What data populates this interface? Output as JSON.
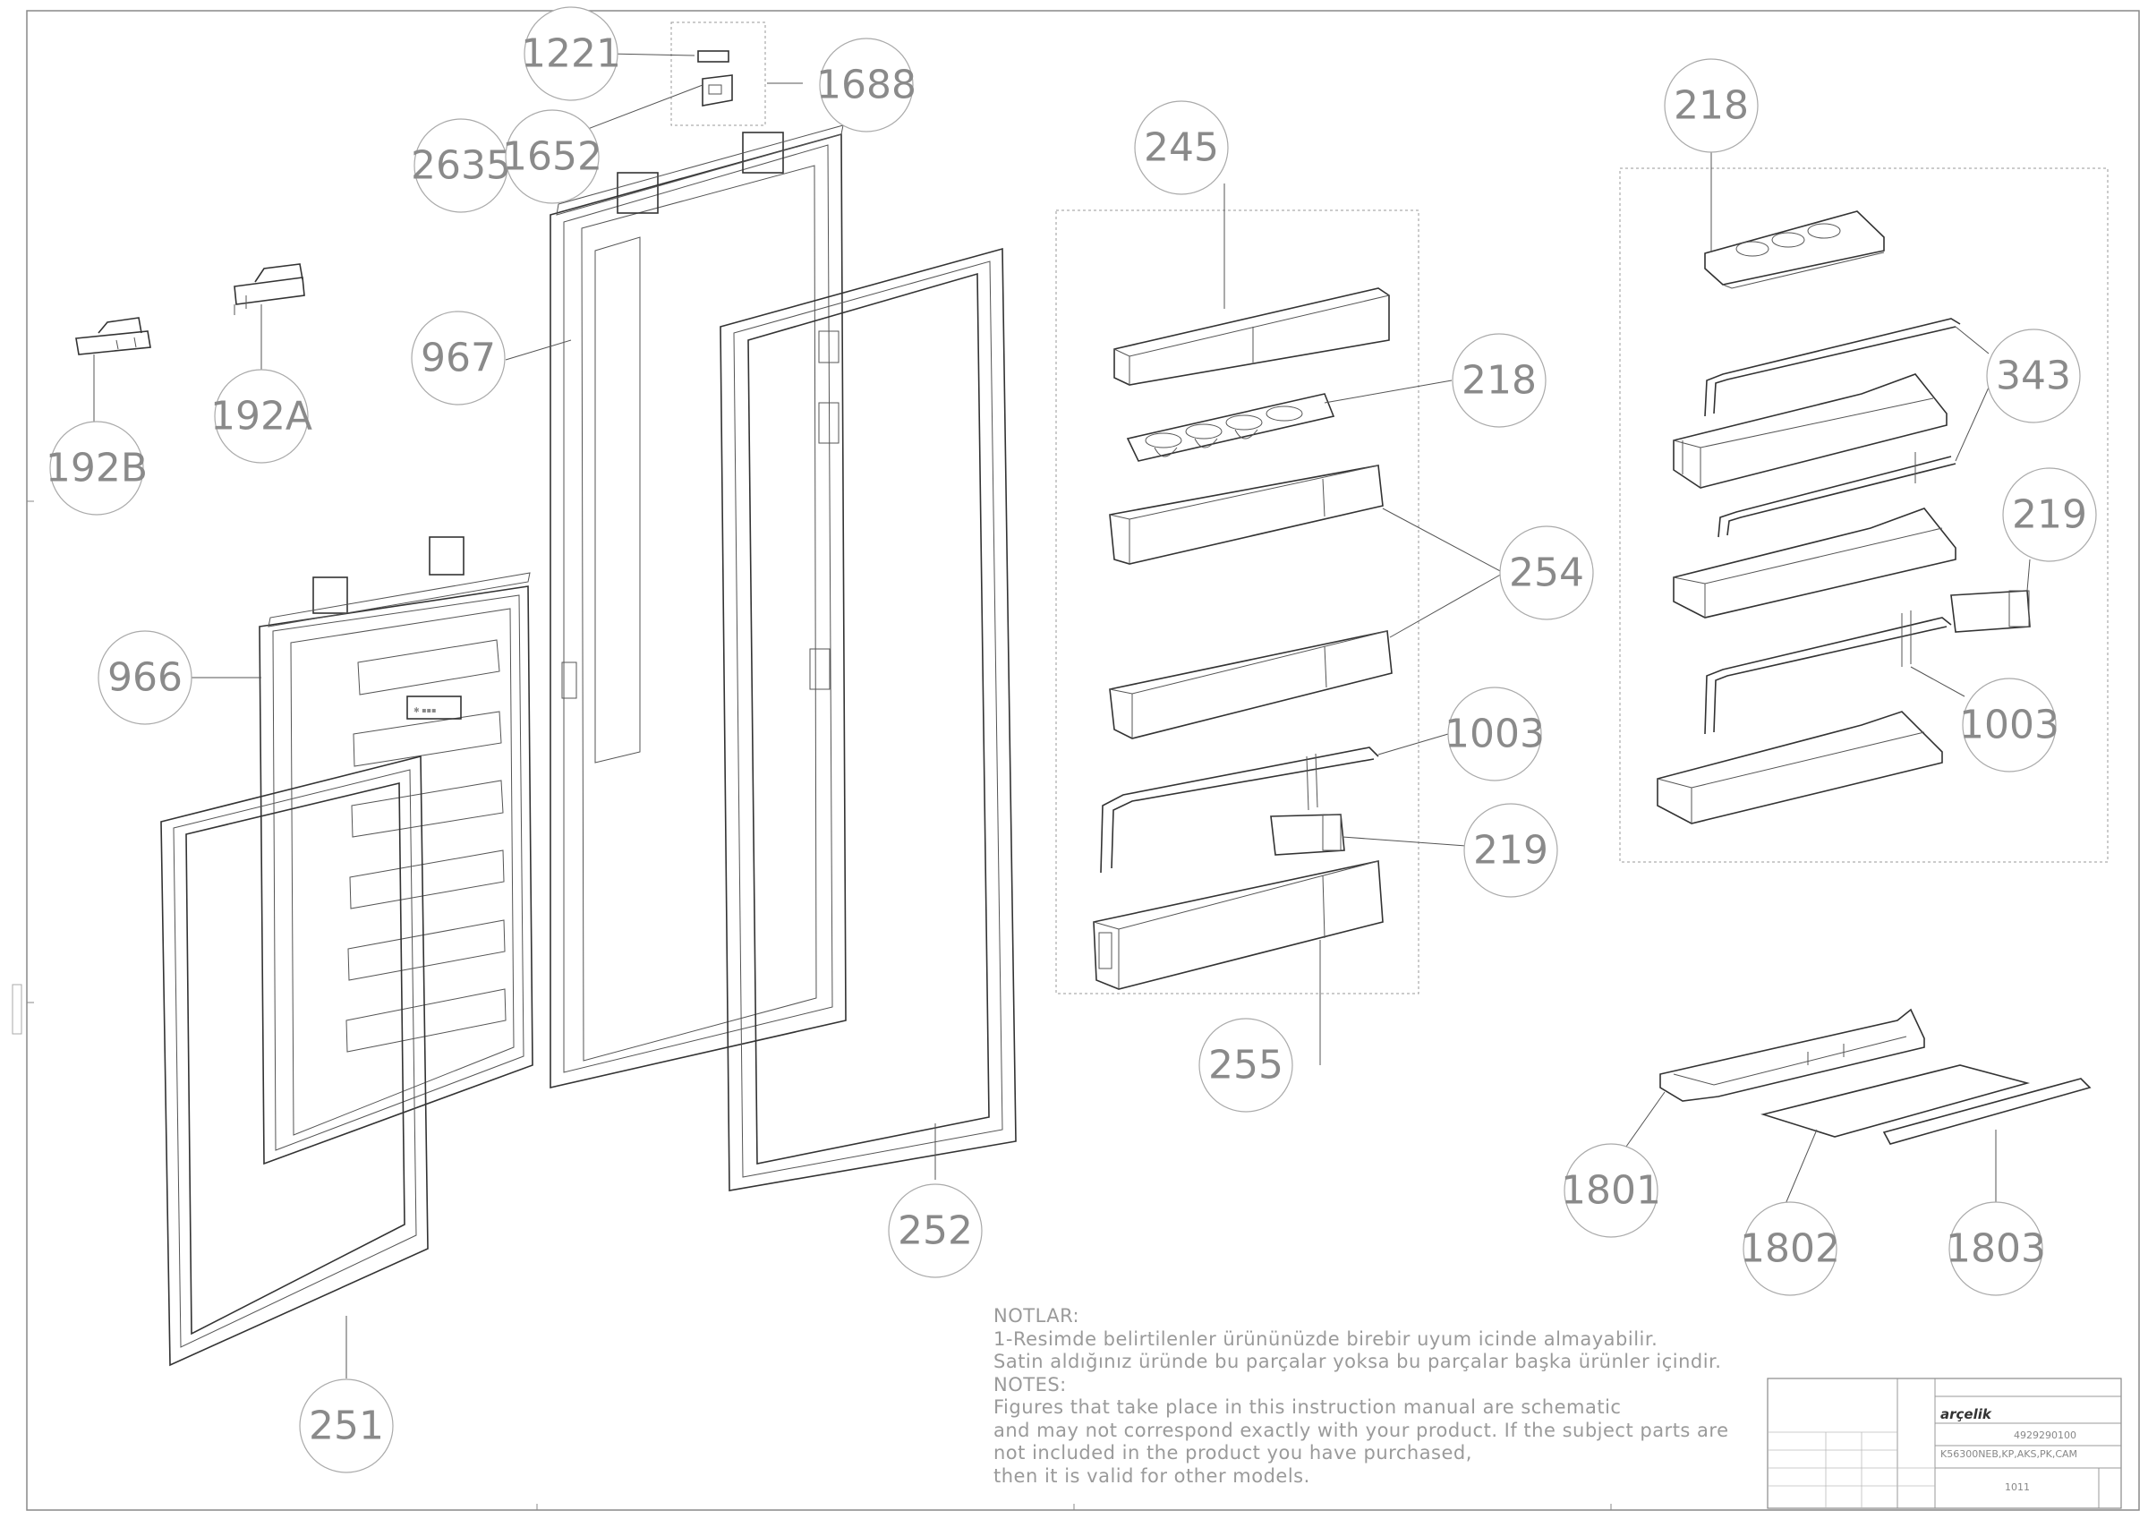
{
  "callouts": {
    "c1221": "1221",
    "c1688": "1688",
    "c2635": "2635",
    "c1652": "1652",
    "c192B": "192B",
    "c192A": "192A",
    "c967": "967",
    "c966": "966",
    "c245": "245",
    "c218a": "218",
    "c254": "254",
    "c1003a": "1003",
    "c219a": "219",
    "c255": "255",
    "c252": "252",
    "c251": "251",
    "c218b": "218",
    "c343": "343",
    "c219b": "219",
    "c1003b": "1003",
    "c1801": "1801",
    "c1802": "1802",
    "c1803": "1803"
  },
  "notes": {
    "line1": "NOTLAR:",
    "line2": "1-Resimde belirtilenler ürününüzde birebir  uyum icinde almayabilir.",
    "line3": "Satin aldığınız üründe bu parçalar yoksa bu parçalar başka ürünler içindir.",
    "line4": "NOTES:",
    "line5": "Figures that take place in this instruction manual are schematic",
    "line6": " and may not correspond exactly with your product. If the subject parts are",
    "line7": "not included in the product you have purchased,",
    "line8": "then it is valid for other models."
  },
  "title_block": {
    "brand": "arçelik",
    "part_number": "4929290100",
    "model": "K56300NEB,KP,AKS,PK,CAM",
    "sheet": "1011"
  }
}
